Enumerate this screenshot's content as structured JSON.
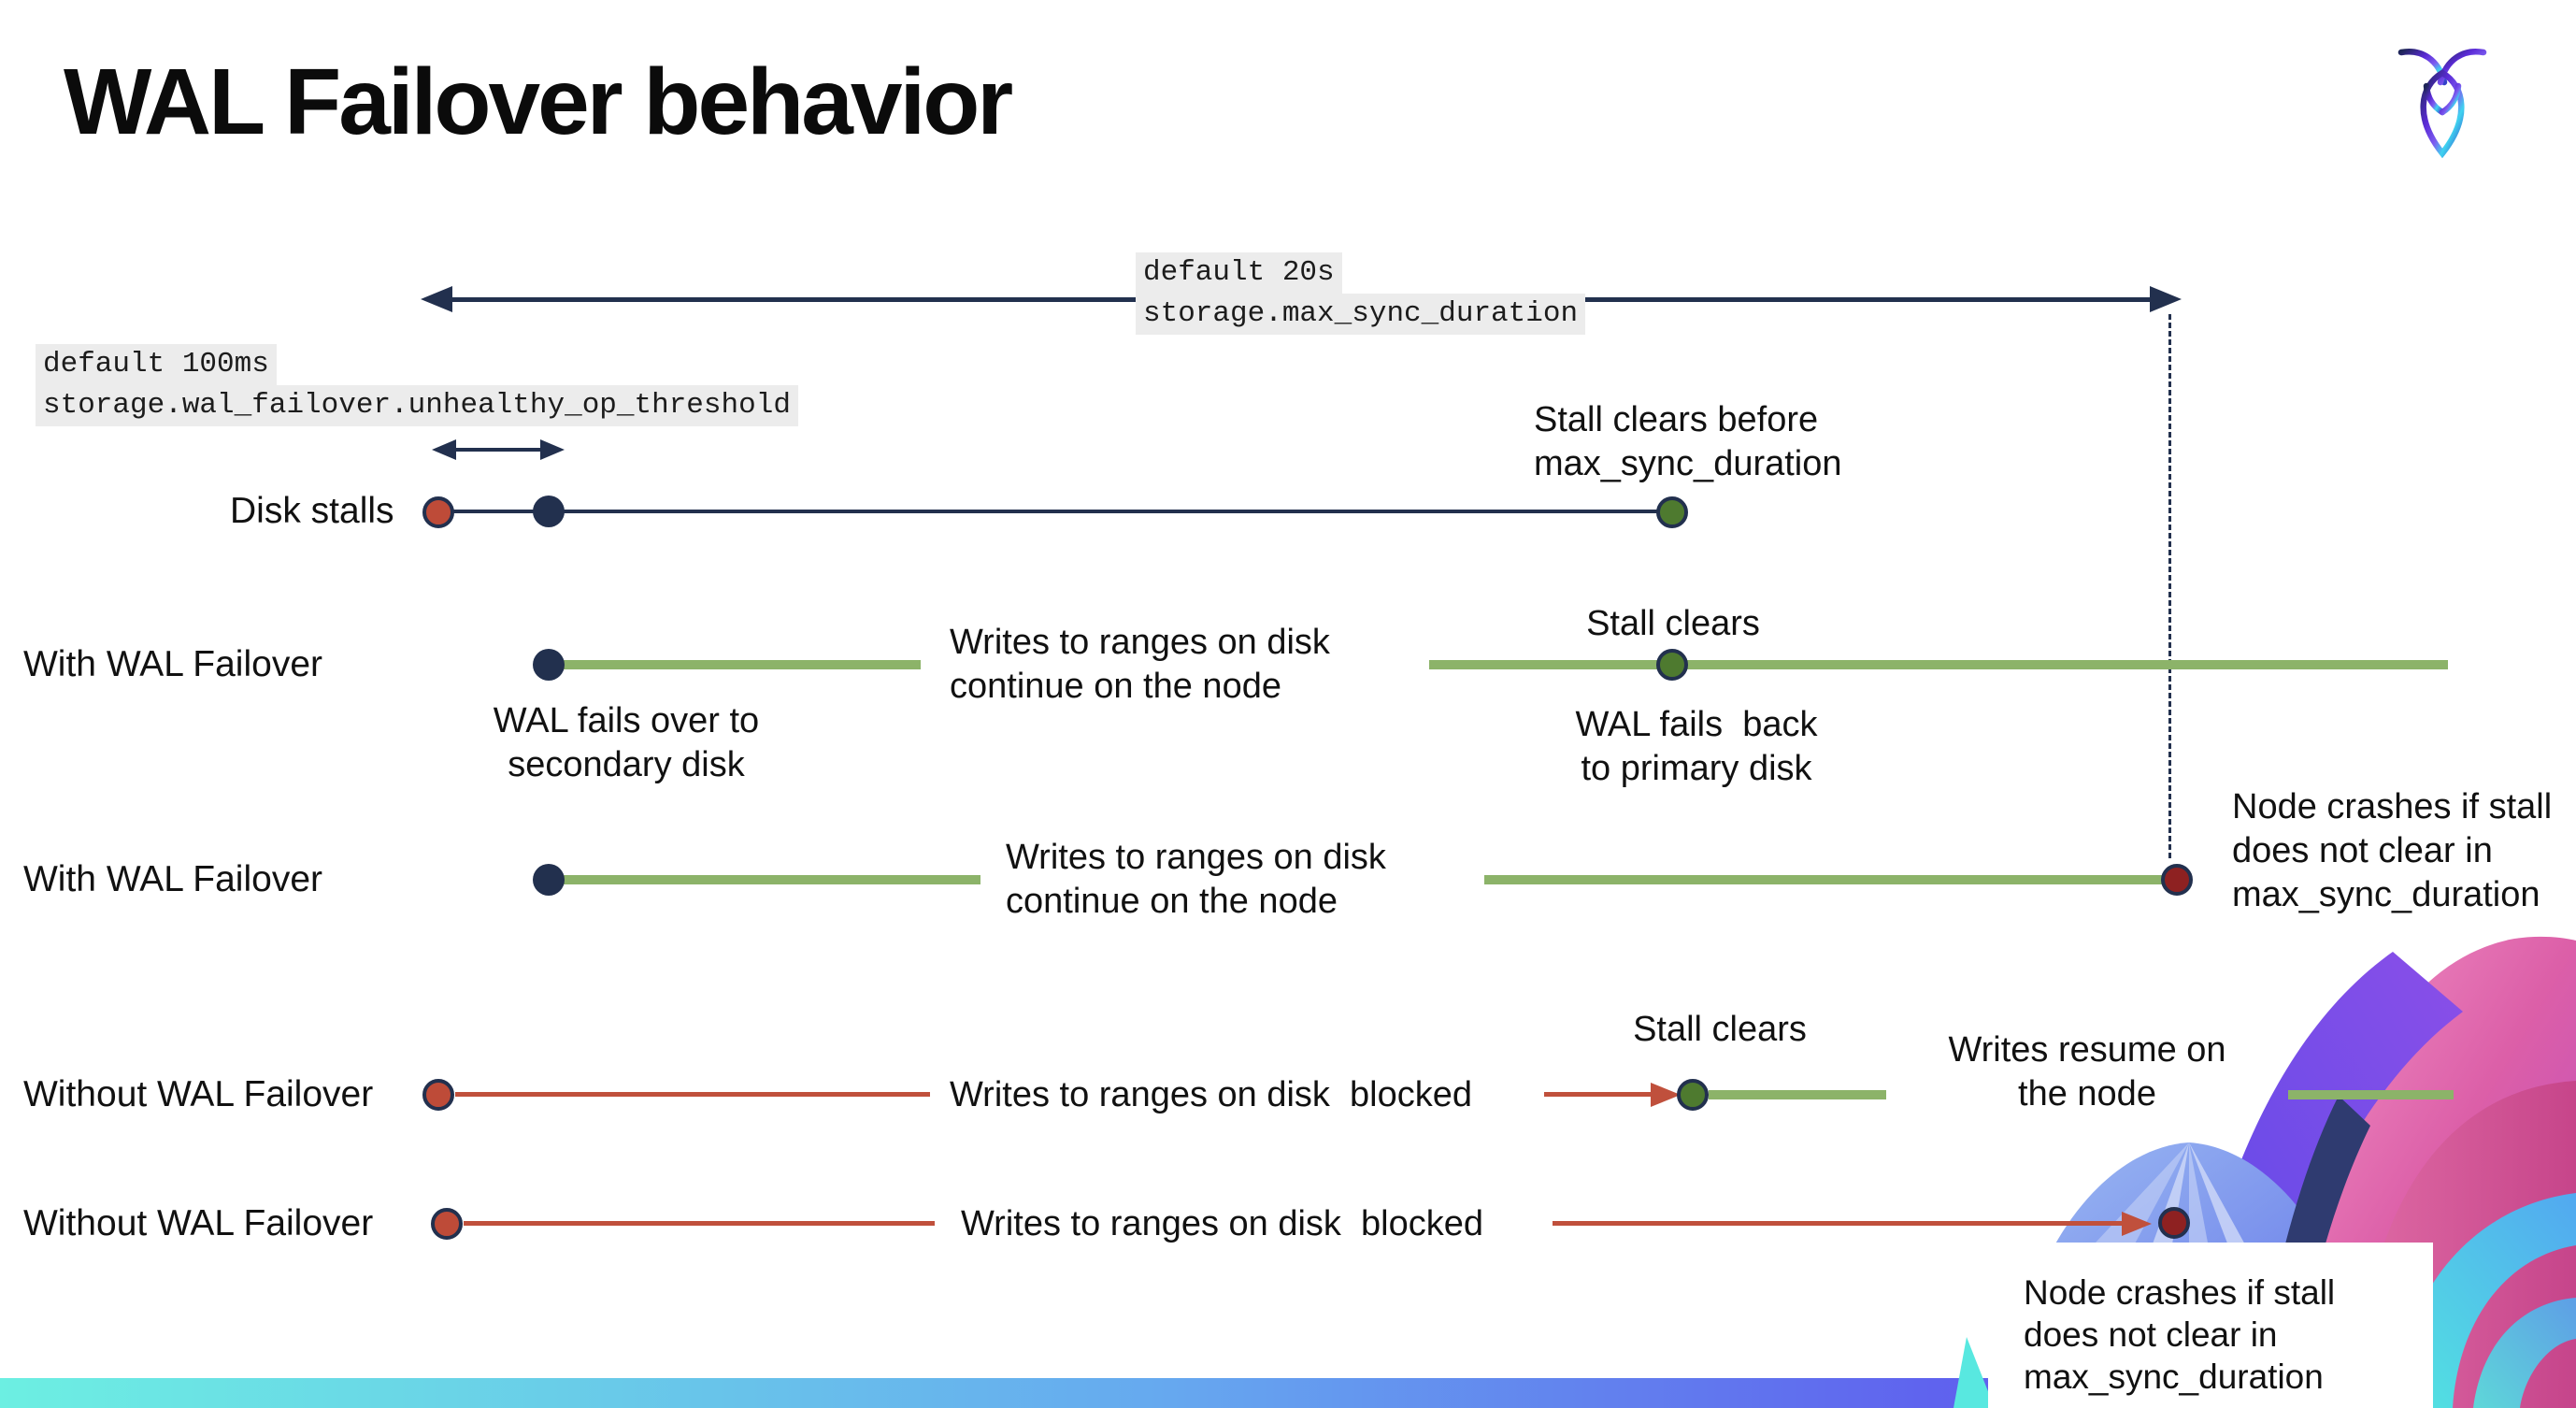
{
  "title": "WAL Failover behavior",
  "config_annotations": {
    "max_sync": {
      "default": "default 20s",
      "setting": "storage.max_sync_duration"
    },
    "threshold": {
      "default": "default 100ms",
      "setting": "storage.wal_failover.unhealthy_op_threshold"
    }
  },
  "rows": {
    "disk_stalls": {
      "label": "Disk stalls",
      "stall_clears": "Stall clears before\nmax_sync_duration"
    },
    "wal1": {
      "label": "With WAL Failover",
      "failover_note": "WAL fails over to\nsecondary disk",
      "writes_note": "Writes to ranges on disk\ncontinue on the node",
      "stall_clears": "Stall clears",
      "failback_note": "WAL fails  back\nto primary disk"
    },
    "wal2": {
      "label": "With WAL Failover",
      "writes_note": "Writes to ranges on disk\ncontinue on the node",
      "crash_note": "Node crashes if stall\ndoes not clear in\nmax_sync_duration"
    },
    "without1": {
      "label": "Without WAL Failover",
      "writes_note": "Writes to ranges on disk  blocked",
      "stall_clears": "Stall clears",
      "resume_note": "Writes resume on\nthe node"
    },
    "without2": {
      "label": "Without WAL Failover",
      "writes_note": "Writes to ranges on disk  blocked",
      "crash_note": "Node crashes if stall\ndoes not clear in\nmax_sync_duration"
    }
  },
  "colors": {
    "navy": "#22304E",
    "green_line": "#8CB369",
    "green_dot": "#4E7A2F",
    "red_line": "#C0503C",
    "red_dot": "#BE4B38",
    "darkred_dot": "#8E2121",
    "ann_bg": "#ECECEC",
    "footer_left": "#6CEFE2",
    "footer_mid1": "#66A9EF",
    "footer_mid2": "#5F63EE",
    "footer_right": "#6B4DF0"
  }
}
